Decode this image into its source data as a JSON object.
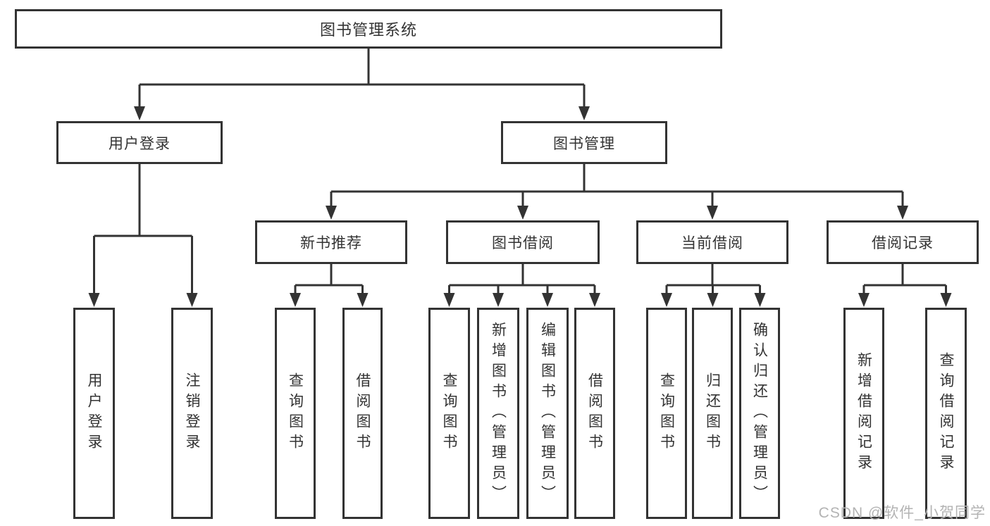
{
  "diagram": {
    "root": {
      "label": "图书管理系统"
    },
    "level2": [
      {
        "label": "用户登录"
      },
      {
        "label": "图书管理"
      }
    ],
    "level3": [
      {
        "label": "新书推荐"
      },
      {
        "label": "图书借阅"
      },
      {
        "label": "当前借阅"
      },
      {
        "label": "借阅记录"
      }
    ],
    "leaves": {
      "user_login": [
        "用户登录",
        "注销登录"
      ],
      "new_book": [
        "查询图书",
        "借阅图书"
      ],
      "book_borrow": [
        "查询图书",
        "新增图书（管理员）",
        "编辑图书（管理员）",
        "借阅图书"
      ],
      "current_borrow": [
        "查询图书",
        "归还图书",
        "确认归还（管理员）"
      ],
      "borrow_record": [
        "新增借阅记录",
        "查询借阅记录"
      ]
    }
  },
  "colors": {
    "line": "#333333",
    "text": "#333333",
    "watermark": "#b3b3b3"
  },
  "watermark": {
    "text": "CSDN @软件_小贺同学"
  }
}
